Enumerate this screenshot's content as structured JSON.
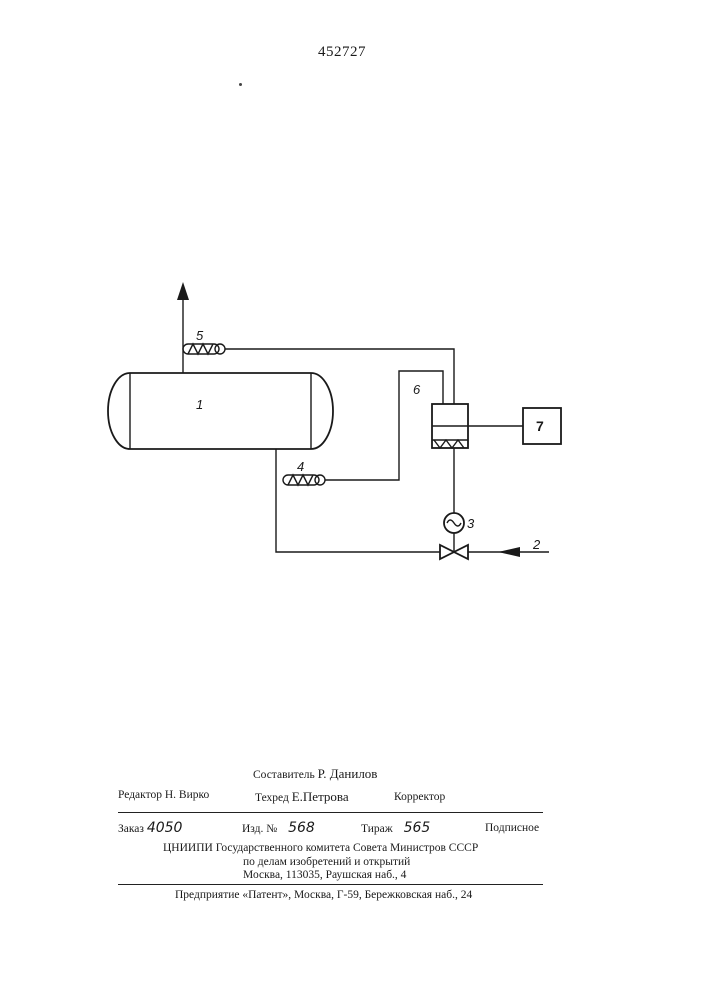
{
  "page_number": "452727",
  "labels": {
    "vessel": "1",
    "inlet": "2",
    "pump": "3",
    "sensor_bottom": "4",
    "sensor_top": "5",
    "unit": "6",
    "block": "7"
  },
  "imprint": {
    "compiler_label": "Составитель",
    "compiler_name": "Р. Данилов",
    "editor_label": "Редактор",
    "editor_name": "Н. Вирко",
    "techred_label": "Техред",
    "techred_name": "Е.Петрова",
    "corrector_label": "Корректор",
    "order_label": "Заказ",
    "order_value": "4050",
    "izd_label": "Изд. №",
    "izd_value": "568",
    "tirazh_label": "Тираж",
    "tirazh_value": "565",
    "podpisnoe": "Подписное",
    "org_line1": "ЦНИИПИ Государственного комитета Совета Министров СССР",
    "org_line2": "по делам изобретений и открытий",
    "org_line3": "Москва, 113035, Раушская наб., 4",
    "printer_line": "Предприятие «Патент», Москва, Г-59, Бережковская наб., 24"
  }
}
